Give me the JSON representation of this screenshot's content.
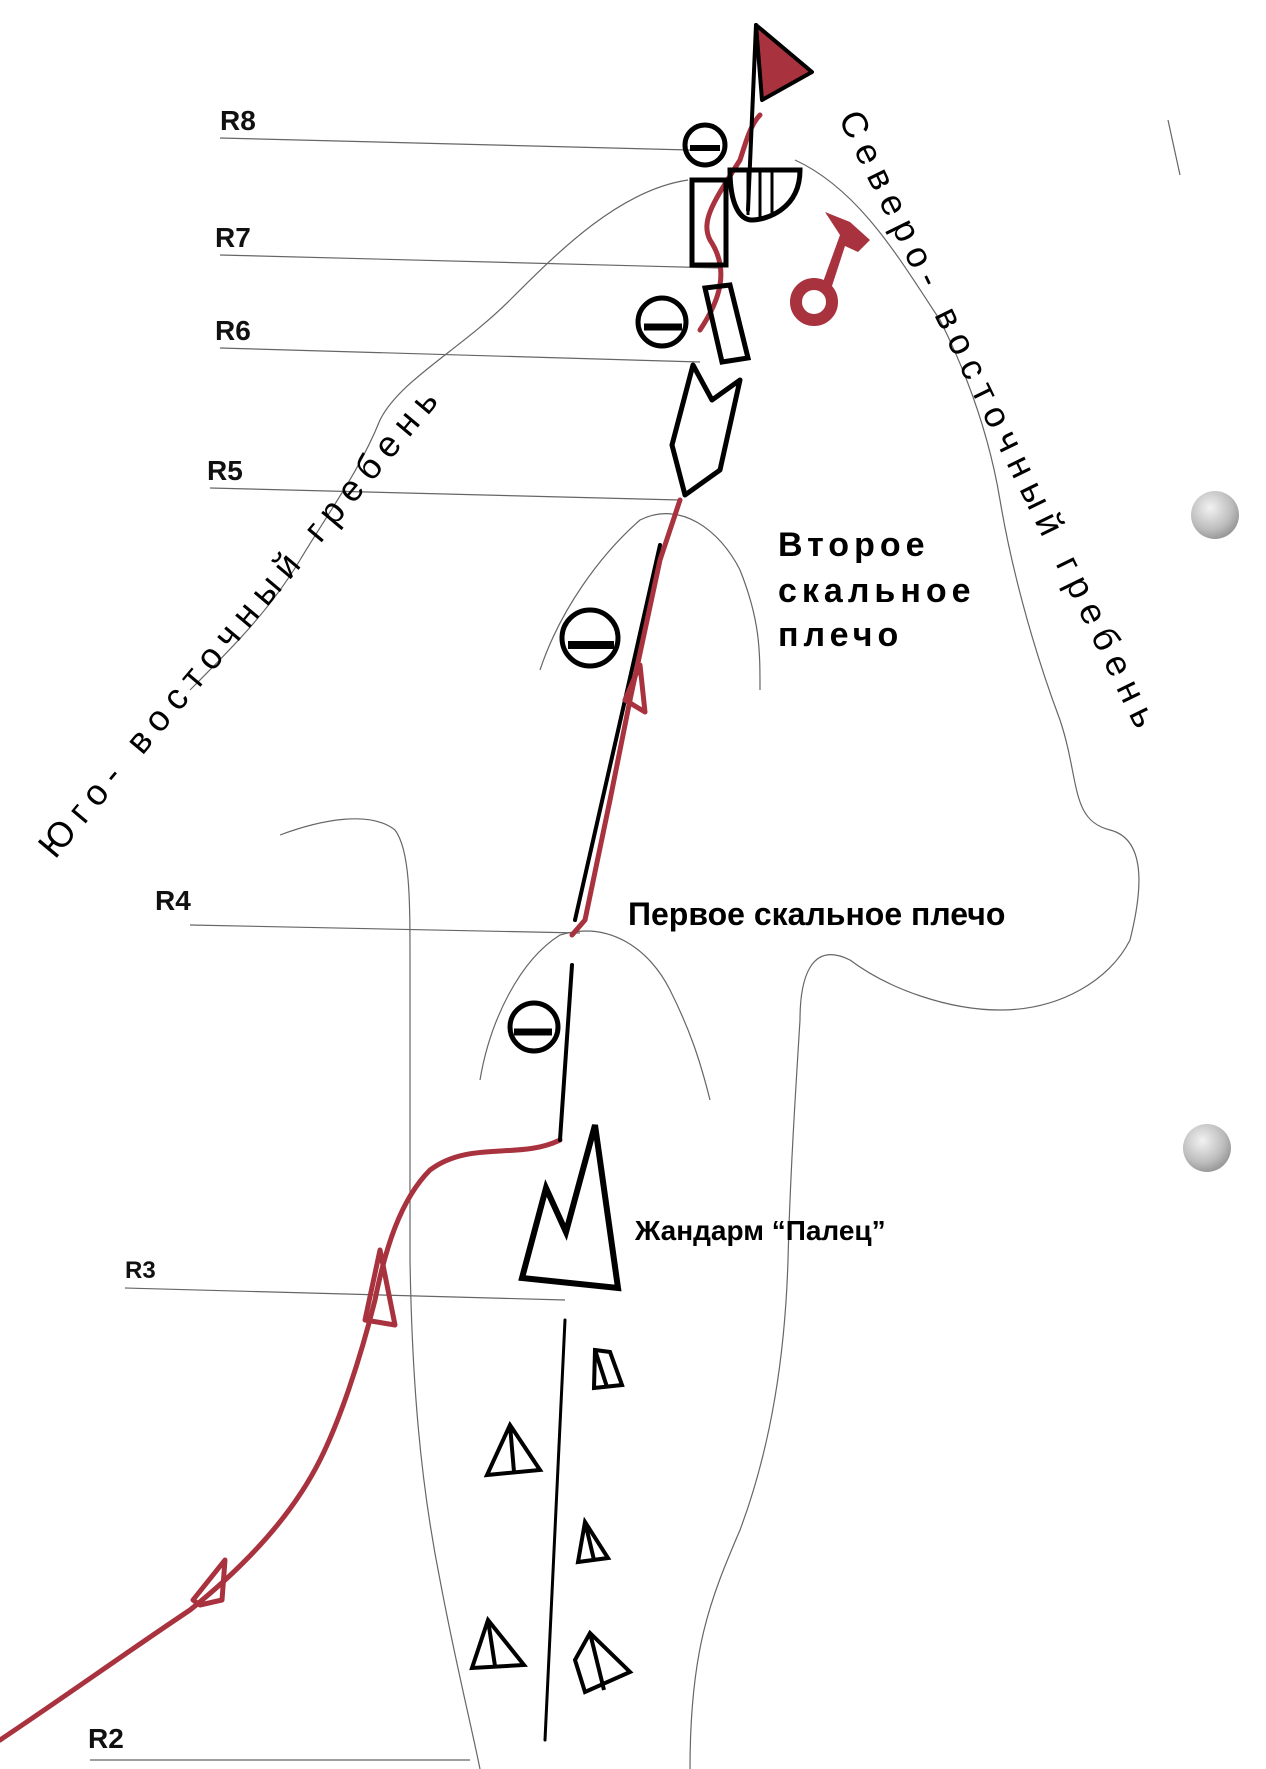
{
  "diagram": {
    "pitches": [
      "R8",
      "R7",
      "R6",
      "R5",
      "R4",
      "R3",
      "R2"
    ],
    "features": {
      "second_shoulder": [
        "Второе",
        "скальное",
        "плечо"
      ],
      "first_shoulder": "Первое скальное плечо",
      "gendarme": "Жандарм “Палец”"
    },
    "ridges": {
      "southeast": "Юго- восточный гребень",
      "northeast": "Северо- восточный гребень"
    },
    "colors": {
      "route": "#a8323e",
      "ink": "#000000",
      "outline": "#666666",
      "punch_hole": "#bdbdbd"
    },
    "icons": [
      "summit-flag-icon",
      "key-icon",
      "cliff-icon",
      "chimney-icon",
      "couloir-icon",
      "ice-icon",
      "scree-icon",
      "gendarme-icon",
      "route-arrow-icon"
    ]
  }
}
